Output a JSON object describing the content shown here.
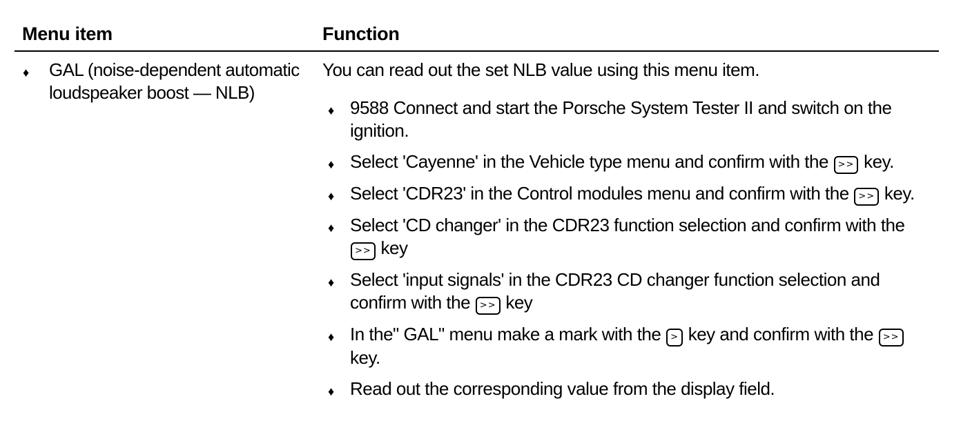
{
  "header": {
    "menu_item": "Menu item",
    "function": "Function"
  },
  "row": {
    "bullet": "♦",
    "menu_text": "GAL (noise-dependent automatic loudspeaker boost — NLB)",
    "intro": "You can read out the set NLB value using this menu item.",
    "steps": [
      {
        "before": "9588 Connect and start the Porsche System Tester II and switch on the ignition."
      },
      {
        "before": "Select 'Cayenne' in the Vehicle type menu and confirm with the ",
        "key": ">>",
        "after": " key."
      },
      {
        "before": "Select 'CDR23' in the Control modules menu and confirm with the ",
        "key": ">>",
        "after": " key."
      },
      {
        "before": "Select 'CD changer' in the CDR23 function selection and confirm with the ",
        "key": ">>",
        "after": " key"
      },
      {
        "before": "Select 'input signals' in the CDR23 CD changer function selection and confirm with the ",
        "key": ">>",
        "after": " key"
      },
      {
        "before": "In the\" GAL\" menu make a mark with the ",
        "key": ">",
        "middle": " key and confirm with the ",
        "key2": ">>",
        "after": " key."
      },
      {
        "before": "Read out the corresponding value from the display field."
      }
    ]
  }
}
